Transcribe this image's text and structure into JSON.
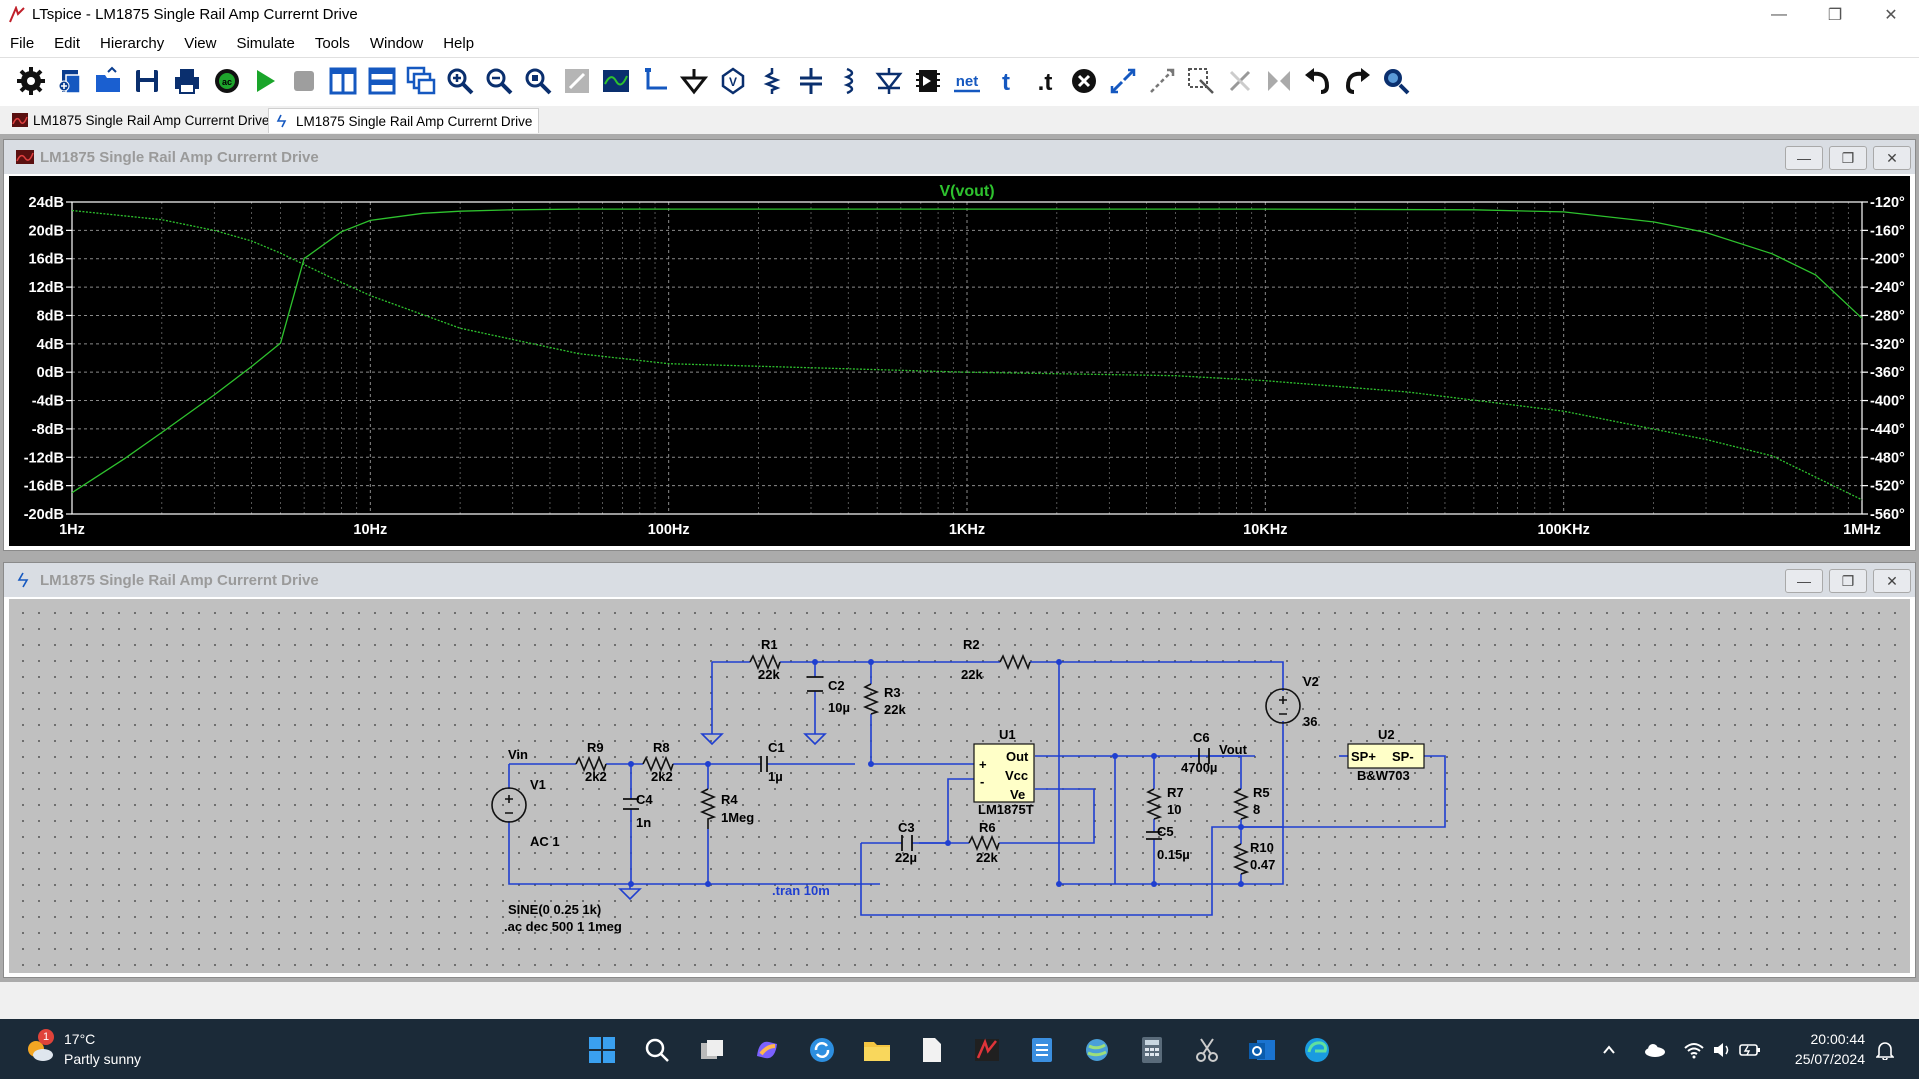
{
  "window": {
    "title": "LTspice - LM1875 Single Rail Amp Currernt Drive"
  },
  "menu": [
    "File",
    "Edit",
    "Hierarchy",
    "View",
    "Simulate",
    "Tools",
    "Window",
    "Help"
  ],
  "toolbar_icons": [
    "settings-icon",
    "open-new-icon",
    "open-icon",
    "save-icon",
    "print-icon",
    "control-panel-icon",
    "run-icon",
    "halt-icon",
    "tile-vertical-icon",
    "tile-horizontal-icon",
    "cascade-icon",
    "zoom-in-icon",
    "zoom-out-icon",
    "zoom-fit-icon",
    "autorange-icon",
    "pick-visible-traces-icon",
    "wire-icon",
    "ground-icon",
    "label-net-icon",
    "resistor-icon",
    "capacitor-icon",
    "inductor-icon",
    "diode-icon",
    "component-icon",
    "net-label-icon",
    "text-icon",
    "spice-directive-icon",
    "delete-icon",
    "duplicate-icon",
    "move-icon",
    "drag-icon",
    "rotate-icon",
    "mirror-icon",
    "undo-icon",
    "redo-icon",
    "find-icon"
  ],
  "toolbar_text": {
    "net": "net",
    "t": "t",
    "dott": ".t"
  },
  "tabs": [
    {
      "label": "LM1875 Single Rail Amp Currernt Drive",
      "icon": "waveform-icon"
    },
    {
      "label": "LM1875 Single Rail Amp Currernt Drive",
      "icon": "schematic-icon"
    }
  ],
  "waveform_window": {
    "title": "LM1875 Single Rail Amp Currernt Drive"
  },
  "schematic_window": {
    "title": "LM1875 Single Rail Amp Currernt Drive"
  },
  "chart_data": {
    "type": "line",
    "title": "V(vout)",
    "xscale": "log",
    "xlim": [
      1,
      1000000
    ],
    "x_ticks": [
      "1Hz",
      "10Hz",
      "100Hz",
      "1KHz",
      "10KHz",
      "100KHz",
      "1MHz"
    ],
    "y_left_ticks": [
      "24dB",
      "20dB",
      "16dB",
      "12dB",
      "8dB",
      "4dB",
      "0dB",
      "-4dB",
      "-8dB",
      "-12dB",
      "-16dB",
      "-20dB"
    ],
    "y_right_ticks": [
      "-120°",
      "-160°",
      "-200°",
      "-240°",
      "-280°",
      "-320°",
      "-360°",
      "-400°",
      "-440°",
      "-480°",
      "-520°",
      "-560°"
    ],
    "ylim": [
      -20,
      24
    ],
    "y2lim": [
      -560,
      -120
    ],
    "grid": true,
    "trace_color": "#2ec22e",
    "series": [
      {
        "name": "V(vout)",
        "axis": "magnitude_dB",
        "x": [
          1,
          1.5,
          2,
          3,
          4,
          5,
          6,
          8,
          10,
          15,
          20,
          30,
          50,
          100,
          1000,
          10000,
          50000,
          100000,
          200000,
          300000,
          500000,
          700000,
          1000000
        ],
        "y": [
          -17,
          -12.2,
          -8.5,
          -3.2,
          0.8,
          4.1,
          16,
          19.8,
          21.4,
          22.4,
          22.7,
          22.9,
          23,
          23,
          23,
          23,
          22.9,
          22.6,
          21.2,
          19.7,
          16.7,
          13.7,
          7.6
        ]
      },
      {
        "name": "V(vout)",
        "axis": "phase_deg",
        "x": [
          1,
          2,
          3,
          4,
          5,
          7,
          10,
          20,
          50,
          100,
          1000,
          5000,
          10000,
          30000,
          100000,
          300000,
          500000,
          1000000
        ],
        "y": [
          -132,
          -145,
          -160,
          -175,
          -192,
          -222,
          -252,
          -298,
          -334,
          -348,
          -360,
          -365,
          -372,
          -388,
          -415,
          -455,
          -478,
          -540
        ]
      }
    ]
  },
  "schematic": {
    "components": [
      {
        "ref": "R1",
        "value": "22k"
      },
      {
        "ref": "R2",
        "value": "22k"
      },
      {
        "ref": "C2",
        "value": "10µ"
      },
      {
        "ref": "R3",
        "value": "22k"
      },
      {
        "ref": "V2",
        "value": "36"
      },
      {
        "ref": "U2",
        "value": "B&W703"
      },
      {
        "ref": "R9",
        "value": "2k2"
      },
      {
        "ref": "R8",
        "value": "2k2"
      },
      {
        "ref": "C1",
        "value": "1µ"
      },
      {
        "ref": "U1",
        "value": "LM1875T"
      },
      {
        "ref": "C6",
        "value": "4700µ"
      },
      {
        "ref": "V1",
        "value": "AC 1"
      },
      {
        "ref": "C4",
        "value": "1n"
      },
      {
        "ref": "R4",
        "value": "1Meg"
      },
      {
        "ref": "R7",
        "value": "10"
      },
      {
        "ref": "R5",
        "value": "8"
      },
      {
        "ref": "C5",
        "value": "0.15µ"
      },
      {
        "ref": "C3",
        "value": "22µ"
      },
      {
        "ref": "R6",
        "value": "22k"
      },
      {
        "ref": "R10",
        "value": "0.47"
      }
    ],
    "u1_pins": [
      "Out",
      "Vcc",
      "Ve",
      "+",
      "-"
    ],
    "u2_pins": [
      "SP+",
      "SP-"
    ],
    "nets": [
      "Vin",
      "Vout"
    ],
    "directives": [
      ".tran 10m",
      "SINE(0 0.25 1k)",
      ".ac dec 500 1 1meg"
    ]
  },
  "taskbar": {
    "weather_temp": "17°C",
    "weather_desc": "Partly sunny",
    "weather_badge": "1",
    "time": "20:00:44",
    "date": "25/07/2024"
  }
}
